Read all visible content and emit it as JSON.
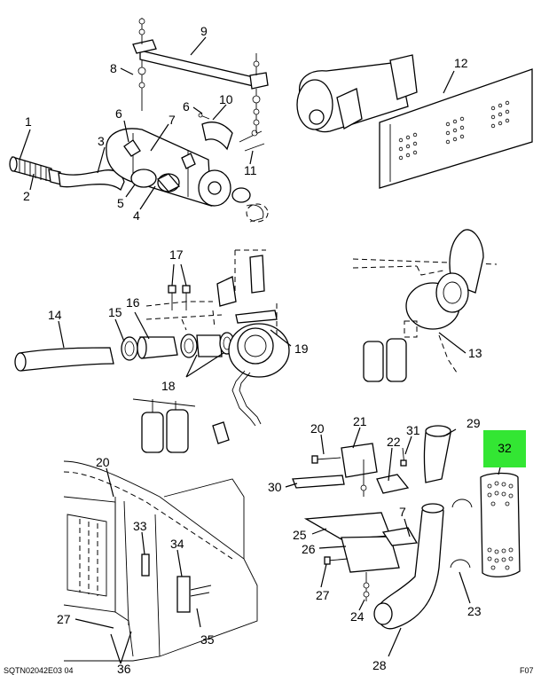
{
  "callouts": [
    {
      "id": "c1",
      "label": "1"
    },
    {
      "id": "c2",
      "label": "2"
    },
    {
      "id": "c3",
      "label": "3"
    },
    {
      "id": "c4",
      "label": "4"
    },
    {
      "id": "c5",
      "label": "5"
    },
    {
      "id": "c6a",
      "label": "6"
    },
    {
      "id": "c6b",
      "label": "6"
    },
    {
      "id": "c7a",
      "label": "7"
    },
    {
      "id": "c7b",
      "label": "7"
    },
    {
      "id": "c8",
      "label": "8"
    },
    {
      "id": "c9",
      "label": "9"
    },
    {
      "id": "c10",
      "label": "10"
    },
    {
      "id": "c11",
      "label": "11"
    },
    {
      "id": "c12",
      "label": "12"
    },
    {
      "id": "c13",
      "label": "13"
    },
    {
      "id": "c14",
      "label": "14"
    },
    {
      "id": "c15",
      "label": "15"
    },
    {
      "id": "c16",
      "label": "16"
    },
    {
      "id": "c17",
      "label": "17"
    },
    {
      "id": "c18",
      "label": "18"
    },
    {
      "id": "c19",
      "label": "19"
    },
    {
      "id": "c20a",
      "label": "20"
    },
    {
      "id": "c20b",
      "label": "20"
    },
    {
      "id": "c21",
      "label": "21"
    },
    {
      "id": "c22",
      "label": "22"
    },
    {
      "id": "c23",
      "label": "23"
    },
    {
      "id": "c24",
      "label": "24"
    },
    {
      "id": "c25",
      "label": "25"
    },
    {
      "id": "c26",
      "label": "26"
    },
    {
      "id": "c27a",
      "label": "27"
    },
    {
      "id": "c27b",
      "label": "27"
    },
    {
      "id": "c28",
      "label": "28"
    },
    {
      "id": "c29",
      "label": "29"
    },
    {
      "id": "c30",
      "label": "30"
    },
    {
      "id": "c31",
      "label": "31"
    },
    {
      "id": "c33",
      "label": "33"
    },
    {
      "id": "c34",
      "label": "34"
    },
    {
      "id": "c35",
      "label": "35"
    },
    {
      "id": "c36",
      "label": "36"
    }
  ],
  "highlight": {
    "label": "32",
    "color": "#33e633"
  },
  "footer": {
    "left": "SQTN02042E03 04",
    "right": "F07"
  }
}
